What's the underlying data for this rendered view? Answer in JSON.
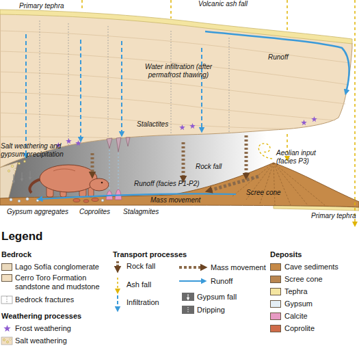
{
  "diagram": {
    "labels": [
      "Primary tephra",
      "Volcanic ash fall",
      "Runoff",
      "Water infiltration (after permafrost thawing)",
      "Stalactites",
      "Salt weathering and gypsum precipitation",
      "Rock fall",
      "Aeolian input (facies P3)",
      "Runoff (facies P1-P2)",
      "Mass movement",
      "Scree cone",
      "Primary tephra",
      "Gypsum aggregates",
      "Coprolites",
      "Stalagmites",
      "Legend",
      "Bedrock",
      "Weathering processes",
      "Transport processes",
      "Deposits"
    ],
    "legend": [
      {
        "text": "Lago Sofía conglomerate",
        "color": "#ead9bd"
      },
      {
        "text": "Cerro Toro Formation sandstone and mudstone",
        "color": "#f2dfc2"
      },
      {
        "text": "Bedrock fractures"
      },
      {
        "text": "Frost weathering"
      },
      {
        "text": "Salt weathering"
      },
      {
        "text": "Rock fall"
      },
      {
        "text": "Ash fall"
      },
      {
        "text": "Infiltration"
      },
      {
        "text": "Mass movement"
      },
      {
        "text": "Runoff"
      },
      {
        "text": "Gypsum fall"
      },
      {
        "text": "Dripping"
      },
      {
        "text": "Cave sediments",
        "color": "#c68a48"
      },
      {
        "text": "Scree cone",
        "color": "#b98650"
      },
      {
        "text": "Tephra",
        "color": "#f4e5a1"
      },
      {
        "text": "Gypsum",
        "color": "#e4eef4"
      },
      {
        "text": "Calcite",
        "color": "#e79ac3"
      },
      {
        "text": "Coprolite",
        "color": "#cf6c4a"
      }
    ]
  }
}
